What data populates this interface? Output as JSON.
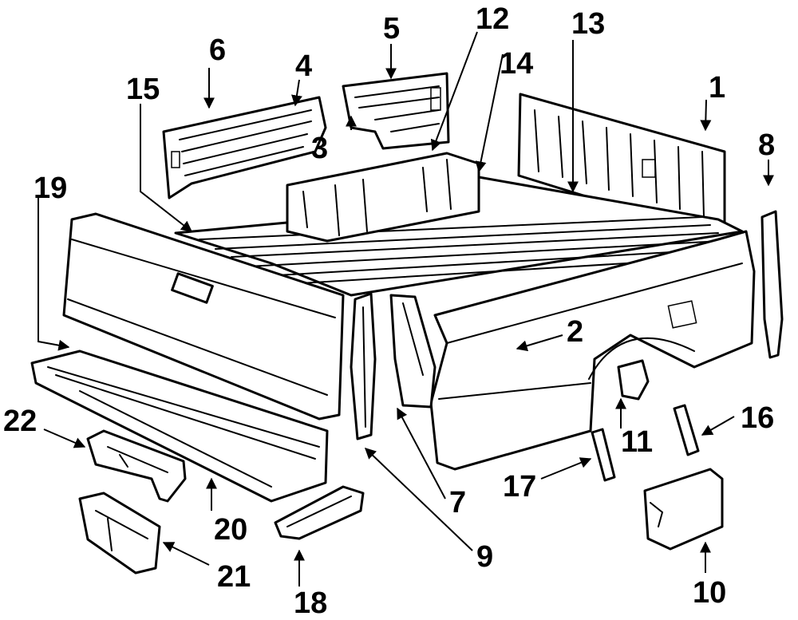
{
  "diagram": {
    "type": "exploded-parts",
    "labels": [
      "1",
      "2",
      "3",
      "4",
      "5",
      "6",
      "7",
      "8",
      "9",
      "10",
      "11",
      "12",
      "13",
      "14",
      "15",
      "16",
      "17",
      "18",
      "19",
      "20",
      "21",
      "22"
    ]
  }
}
